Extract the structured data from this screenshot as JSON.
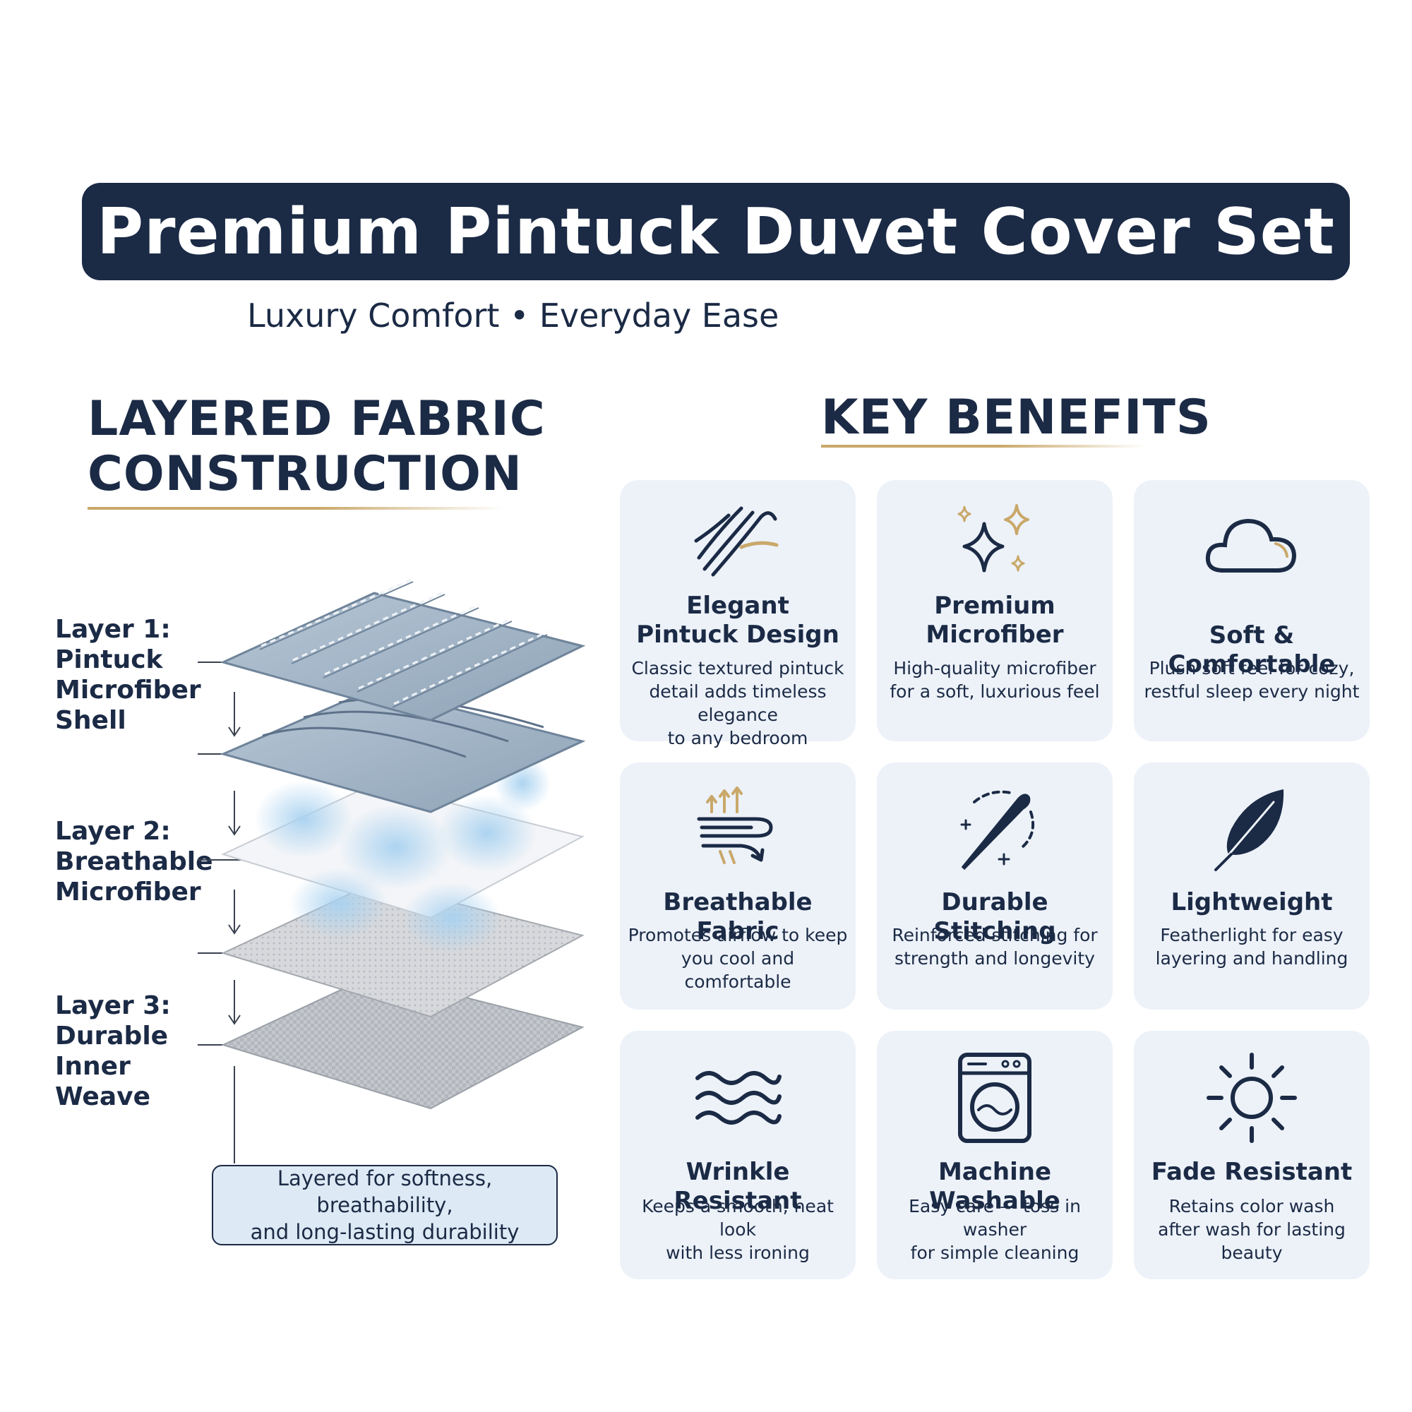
{
  "header": {
    "title": "Premium Pintuck Duvet Cover Set",
    "tagline": "Luxury Comfort • Everyday Ease"
  },
  "layers_section": {
    "heading_line1": "LAYERED FABRIC",
    "heading_line2": "CONSTRUCTION",
    "layers": [
      {
        "line1": "Layer 1:",
        "line2": "Pintuck",
        "line3": "Microfiber",
        "line4": "Shell"
      },
      {
        "line1": "Layer 2:",
        "line2": "Breathable",
        "line3": "Microfiber"
      },
      {
        "line1": "Layer 3:",
        "line2": "Durable",
        "line3": "Inner Weave"
      }
    ],
    "caption_line1": "Layered for softness, breathability,",
    "caption_line2": "and long-lasting durability"
  },
  "benefits_section": {
    "heading": "KEY BENEFITS",
    "cards": [
      {
        "icon": "flowing-lines-icon",
        "title_line1": "Elegant",
        "title_line2": "Pintuck Design",
        "desc_line1": "Classic textured pintuck",
        "desc_line2": "detail adds timeless elegance",
        "desc_line3": "to any bedroom"
      },
      {
        "icon": "sparkle-icon",
        "title_line1": "Premium",
        "title_line2": "Microfiber",
        "desc_line1": "High-quality microfiber",
        "desc_line2": "for a soft, luxurious feel"
      },
      {
        "icon": "cloud-icon",
        "title_line1": "Soft & Comfortable",
        "desc_line1": "Plush soft feel for cozy,",
        "desc_line2": "restful sleep every night"
      },
      {
        "icon": "airflow-icon",
        "title_line1": "Breathable Fabric",
        "desc_line1": "Promotes airflow to keep",
        "desc_line2": "you cool and comfortable"
      },
      {
        "icon": "needle-icon",
        "title_line1": "Durable Stitching",
        "desc_line1": "Reinforced stitching for",
        "desc_line2": "strength and longevity"
      },
      {
        "icon": "feather-icon",
        "title_line1": "Lightweight",
        "desc_line1": "Featherlight for easy",
        "desc_line2": "layering and handling"
      },
      {
        "icon": "waves-icon",
        "title_line1": "Wrinkle Resistant",
        "desc_line1": "Keeps a smooth, neat look",
        "desc_line2": "with less ironing"
      },
      {
        "icon": "washing-machine-icon",
        "title_line1": "Machine Washable",
        "desc_line1": "Easy care — toss in washer",
        "desc_line2": "for simple cleaning"
      },
      {
        "icon": "sun-icon",
        "title_line1": "Fade Resistant",
        "desc_line1": "Retains color wash",
        "desc_line2": "after wash for lasting",
        "desc_line3": "beauty"
      }
    ]
  },
  "colors": {
    "navy": "#1b2a45",
    "gold": "#c9a86a",
    "card_bg": "#edf2f9",
    "caption_bg": "#dde9f4",
    "fabric_blue": "#9fb3c7",
    "mesh_gray": "#c9cbd0"
  }
}
